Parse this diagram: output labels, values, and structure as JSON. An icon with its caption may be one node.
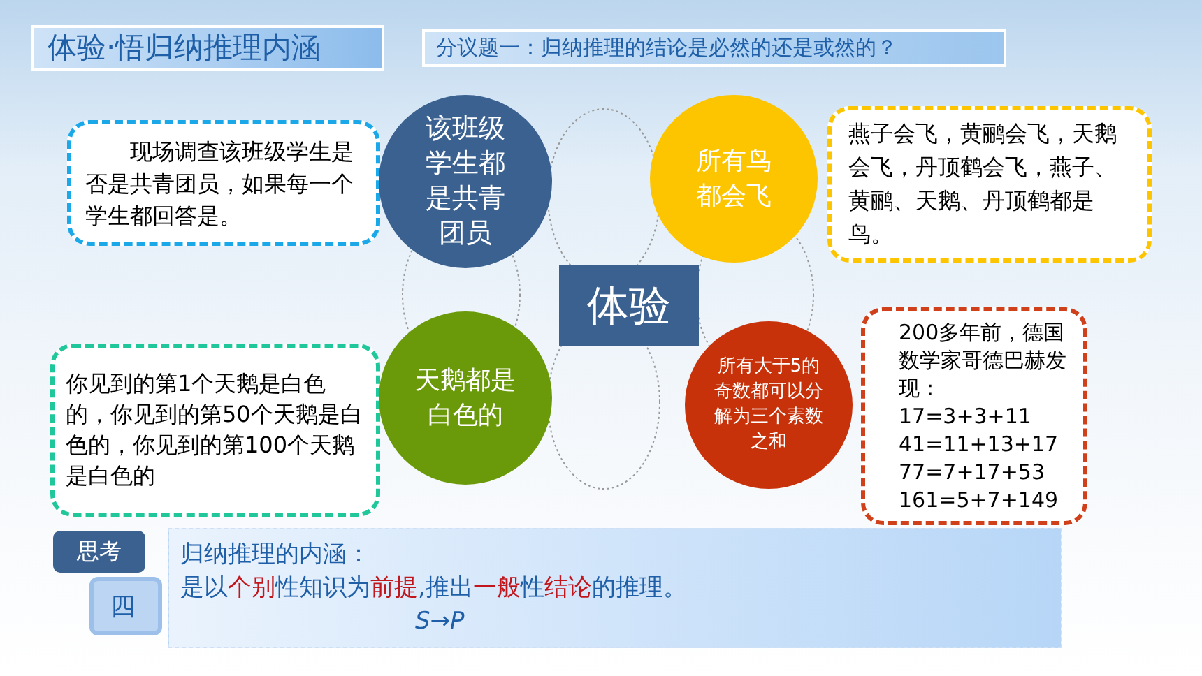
{
  "diagram": {
    "title": "体验·悟归纳推理内涵",
    "nodes": [
      {
        "text": [
          "分议题一：归纳推理的结论是必然的还是或然的？"
        ]
      },
      {
        "text": [
          "现场调查该班级学生是否是共青团员，如果每一个学生都回答是。"
        ]
      },
      {
        "text": [
          "该班级学生都是共青团员"
        ]
      },
      {
        "text": [
          "所有鸟都会飞"
        ]
      },
      {
        "text": [
          "燕子会飞，黄鹂会飞，天鹅会飞，丹顶鹤会飞，燕子、黄鹂、天鹅、丹顶鹤都是鸟。"
        ]
      },
      {
        "text": [
          "体验"
        ]
      },
      {
        "text": [
          "你见到的第1个天鹅是白色的，你见到的第50个天鹅是白色的，你见到的第100个天鹅是白色的"
        ]
      },
      {
        "text": [
          "天鹅都是白色的"
        ]
      },
      {
        "text": [
          "所有大于5的奇数都可以分解为三个素数之和"
        ]
      },
      {
        "text": [
          "200多年前，德国数学家哥德巴赫发现：",
          "17=3+3+11",
          "41=11+13+17",
          "77=7+17+53",
          "161=5+7+149"
        ]
      },
      {
        "text": [
          "思考"
        ]
      },
      {
        "text": [
          "四"
        ]
      },
      {
        "text": [
          "归纳推理的内涵：",
          "是以**个别**性知识为**前提**,推出**一般**性**结论**的推理。",
          "S→P"
        ]
      }
    ],
    "edges": []
  }
}
